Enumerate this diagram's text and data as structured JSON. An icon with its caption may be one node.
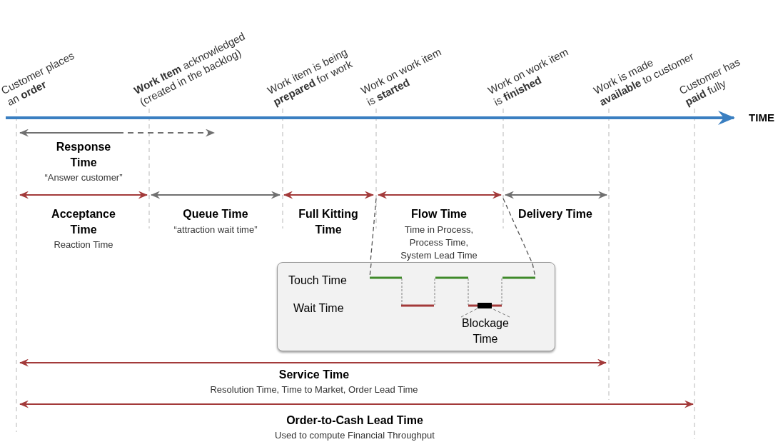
{
  "diagram": {
    "nodes": [
      {
        "text": [
          "Touch Time",
          "Wait Time"
        ]
      },
      {
        "text": [
          "Blockage Time"
        ],
        "in": 0
      },
      {
        "text": [],
        "shape": "bar",
        "in": 0
      }
    ],
    "edges": [
      {
        "from": 1,
        "to": 2,
        "arrow": "none",
        "style": "dashed"
      },
      {
        "from": 1,
        "to": 2,
        "arrow": "none",
        "style": "dashed"
      }
    ],
    "labels": [
      "Customer places an **order**",
      "**Work Item** acknowledged (created in the backlog)",
      "Work item is being **prepared** for work",
      "Work on work item is **started**",
      "Work on work item is **finished**",
      "Work is made **available** to customer",
      "Customer has **paid** fully",
      "TIME",
      "Response Time",
      "“Answer customer”",
      "Acceptance Time",
      "Reaction Time",
      "Queue Time",
      "“attraction wait time”",
      "Full Kitting Time",
      "Flow Time",
      "Time in Process, Process Time, System Lead Time",
      "Delivery Time",
      "Service Time",
      "Resolution Time, Time to Market, Order Lead Time",
      "Order-to-Cash Lead Time",
      "Used to compute Financial Throughput"
    ]
  }
}
